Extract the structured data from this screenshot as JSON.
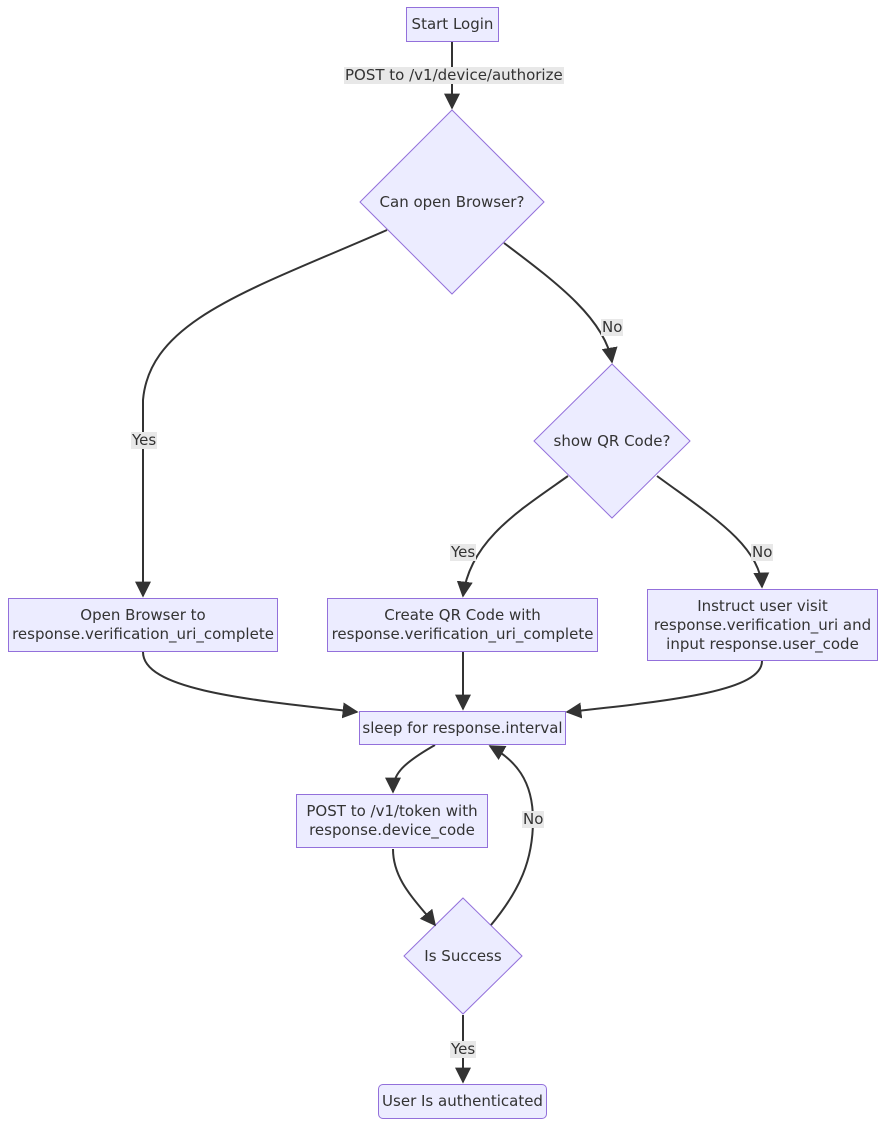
{
  "nodes": {
    "start": "Start Login",
    "can_open_browser": "Can open Browser?",
    "show_qr": "show QR Code?",
    "open_browser": {
      "line1": "Open Browser to",
      "line2": "response.verification_uri_complete"
    },
    "create_qr": {
      "line1": "Create QR Code with",
      "line2": "response.verification_uri_complete"
    },
    "instruct_user": {
      "line1": "Instruct user visit",
      "line2": "response.verification_uri and",
      "line3": "input response.user_code"
    },
    "sleep": "sleep for response.interval",
    "post_token": {
      "line1": "POST to /v1/token with",
      "line2": "response.device_code"
    },
    "is_success": "Is Success",
    "authenticated": "User Is authenticated"
  },
  "edge_labels": {
    "authorize": "POST to /v1/device/authorize",
    "browser_yes": "Yes",
    "browser_no": "No",
    "qr_yes": "Yes",
    "qr_no": "No",
    "success_no": "No",
    "success_yes": "Yes"
  },
  "colors": {
    "node_fill": "#ececff",
    "node_border": "#9370db",
    "edge": "#333333",
    "edge_label_bg": "#e8e8e8"
  }
}
